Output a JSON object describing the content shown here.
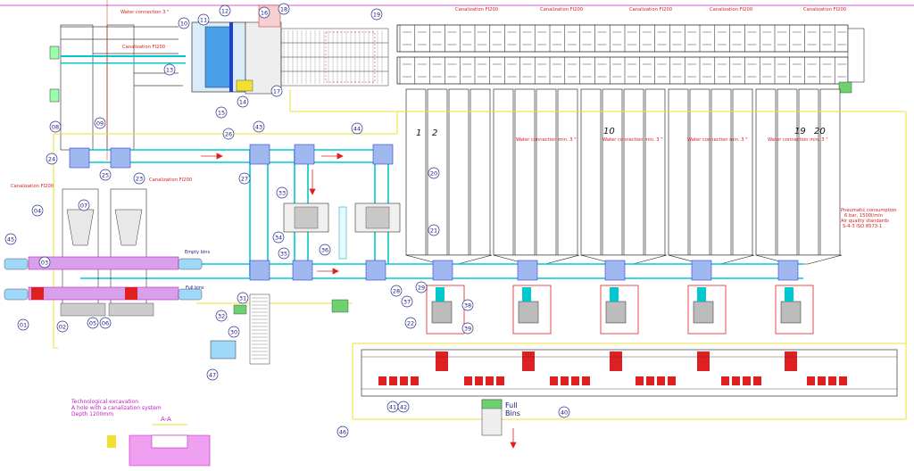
{
  "colors": {
    "conveyor": "#00c8d0",
    "feed": "#9fb8f0",
    "frame": "#5a5aa8",
    "machine": "#c020c0",
    "yellow": "#f0e030",
    "red": "#e02020",
    "magenta": "#d020d0"
  },
  "annotations": {
    "canalization_top": [
      "Canalization FI200",
      "Canalization FI200",
      "Canalization FI200",
      "Canalization FI200",
      "Canalization FI200"
    ],
    "water_top": "Water connection 3 \"",
    "canalization_mid": "Canalization FI200",
    "canalization_left": "Canalization FI200",
    "canalization_23": "Canalization FI200",
    "water_mid": [
      "Water connection min. 3 \"",
      "Water connection min. 3 \"",
      "Water connection min. 3 \"",
      "Water connection min. 3 \"",
      "Water connection min. 3 \""
    ],
    "pneumatic": [
      "Pneumatic consumption",
      "6 bar, 1500l/min",
      "Air quality standards",
      "S-4-3 ISO 8573-1"
    ],
    "empty_bins": "Empty bins",
    "full_bins_small": "Full bins",
    "full_bins": [
      "Full",
      "Bins"
    ],
    "excavation": [
      "Technological excavation",
      "A hole with a canalization system",
      "Depth 1200mm"
    ],
    "section": "A-A",
    "lane_numbers": [
      "1",
      "2",
      "10",
      "19",
      "20"
    ]
  },
  "bubbles": [
    "01",
    "02",
    "03",
    "04",
    "05",
    "06",
    "07",
    "08",
    "09",
    "10",
    "11",
    "12",
    "13",
    "14",
    "15",
    "16",
    "17",
    "18",
    "19",
    "20",
    "21",
    "22",
    "23",
    "24",
    "25",
    "26",
    "27",
    "28",
    "29",
    "30",
    "31",
    "32",
    "33",
    "34",
    "35",
    "36",
    "37",
    "38",
    "39",
    "40",
    "41",
    "42",
    "43",
    "44",
    "45",
    "46",
    "47"
  ]
}
